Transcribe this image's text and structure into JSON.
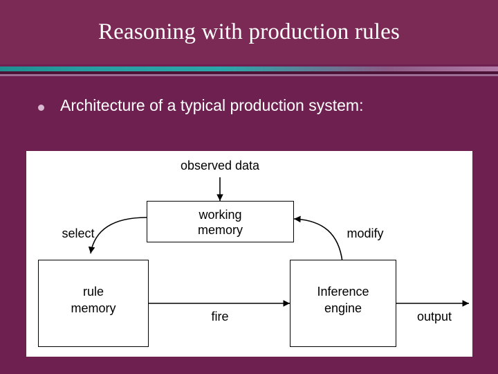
{
  "slide": {
    "title": "Reasoning with production rules",
    "bullet": "Architecture of a typical production system:"
  },
  "diagram": {
    "labels": {
      "observed_data": "observed data",
      "select": "select",
      "modify": "modify",
      "fire": "fire",
      "output": "output"
    },
    "boxes": [
      {
        "id": "working-memory",
        "line1": "working",
        "line2": "memory"
      },
      {
        "id": "rule-memory",
        "line1": "rule",
        "line2": "memory"
      },
      {
        "id": "inference-engine",
        "line1": "Inference",
        "line2": "engine"
      }
    ]
  },
  "colors": {
    "background": "#6e2150",
    "title_band": "#7b2a55",
    "accent_teal": "#2aa7aa",
    "panel": "#ffffff",
    "text": "#ffffff"
  }
}
